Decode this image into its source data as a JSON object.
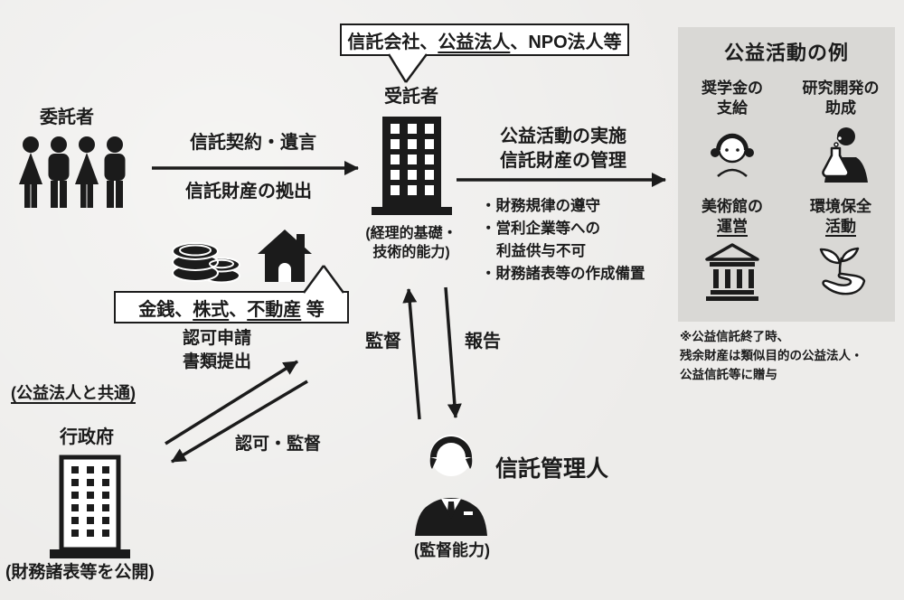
{
  "colors": {
    "ink": "#1b1b1b",
    "panel_bg": "#d9d8d5",
    "page_bg": "#edecea"
  },
  "top_callout": {
    "pre": "信託会社、",
    "underline": "公益法人",
    "post": "、NPO法人等"
  },
  "settlor": {
    "label": "委託者",
    "icon": "people-group-icon"
  },
  "transfer": {
    "top": "信託契約・遺言",
    "bottom": "信託財産の拠出"
  },
  "assets": {
    "pre": "金銭、",
    "u1": "株式",
    "mid": "、",
    "u2": "不動産",
    "post": " 等",
    "coins_icon": "coins-icon",
    "house_icon": "house-icon"
  },
  "trustee": {
    "label": "受託者",
    "caption1": "(経理的基礎・",
    "caption2": "技術的能力)",
    "icon": "office-building-icon"
  },
  "activities_flow": {
    "line1": "公益活動の実施",
    "line2": "信託財産の管理",
    "bullet1": "・財務規律の遵守",
    "bullet2": "・営利企業等への",
    "bullet3": "利益供与不可",
    "bullet4": "・財務諸表等の作成備置"
  },
  "supervision": {
    "up": "監督",
    "down": "報告"
  },
  "administrator": {
    "label": "信託管理人",
    "caption": "(監督能力)",
    "icon": "suit-person-icon"
  },
  "examples": {
    "title": "公益活動の例",
    "item1": {
      "line1": "奨学金の",
      "line2": "支給",
      "icon": "student-girl-icon"
    },
    "item2": {
      "line1": "研究開発の",
      "line2": "助成",
      "icon": "researcher-flask-icon"
    },
    "item3": {
      "line1": "美術館の",
      "line2": "運営",
      "icon": "museum-icon"
    },
    "item4": {
      "line1": "環境保全",
      "line2": "活動",
      "icon": "hand-sprout-icon"
    },
    "note1": "※公益信託終了時、",
    "note2": "残余財産は類似目的の公益法人・",
    "note3": "公益信託等に贈与"
  },
  "government": {
    "common": "(公益法人と共通)",
    "label": "行政府",
    "caption": "(財務諸表等を公開)",
    "apply1": "認可申請",
    "apply2": "書類提出",
    "approve": "認可・監督",
    "icon": "government-building-icon"
  }
}
